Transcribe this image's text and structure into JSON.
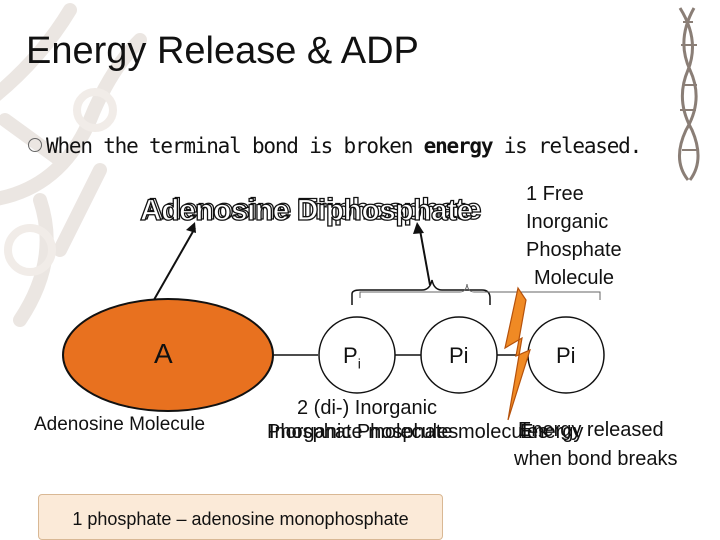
{
  "title": "Energy Release & ADP",
  "bullet": {
    "before": "When the terminal bond is broken ",
    "emphasis": "energy",
    "after": " is released."
  },
  "overlap_labels": {
    "label_a": "Adenosine Triphosphate",
    "label_b": "Adenosine Diphosphate"
  },
  "free_phosphate": {
    "lines": [
      "1 Free",
      "Inorganic",
      "Phosphate",
      "Molecule"
    ]
  },
  "adenosine": {
    "circle_text": "A",
    "caption": "Adenosine Molecule"
  },
  "phosphates": {
    "p1_main": "P",
    "p1_sub": "i",
    "p2": "Pi",
    "p3": "Pi"
  },
  "di_note": {
    "line1": "2 (di-) Inorganic",
    "line2a": "Phosphate molecules",
    "line2b": "Inorganic Phosphate molecules"
  },
  "energy_note": {
    "line1a": "Energy released",
    "line1b": "Energy",
    "line2": "when bond breaks"
  },
  "footer_box": "1 phosphate – adenosine monophosphate",
  "colors": {
    "adenosine_fill": "#e8711f",
    "lightning_fill": "#f08a24",
    "footer_bg": "#fbead8"
  }
}
